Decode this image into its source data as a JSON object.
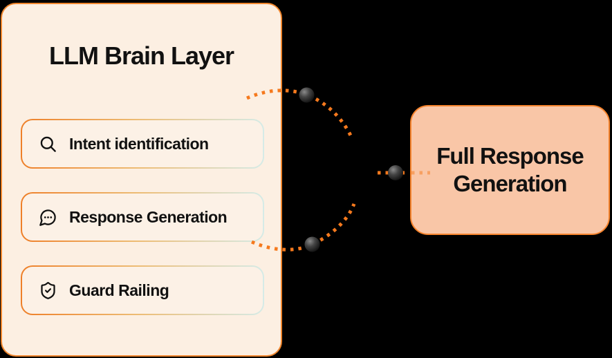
{
  "colors": {
    "background": "#000000",
    "panel_bg": "#FCEFE2",
    "panel_border": "#F0862D",
    "item_bg": "#FCF1E6",
    "item_border_start": "#EE7F28",
    "item_border_mid": "#EDBC74",
    "item_border_end": "#D5EBE7",
    "box_bg": "#F9C6A7",
    "box_border": "#F6832C",
    "connector": "#F5791D",
    "text": "#111111"
  },
  "left_panel": {
    "title": "LLM Brain Layer",
    "items": [
      {
        "label": "Intent identification",
        "icon": "search-icon"
      },
      {
        "label": "Response Generation",
        "icon": "chat-icon"
      },
      {
        "label": "Guard Railing",
        "icon": "shield-check-icon"
      }
    ]
  },
  "right_box": {
    "label": "Full Response Generation"
  },
  "connectors": [
    {
      "shape": "arc-top",
      "style": "dotted",
      "node_dot": true
    },
    {
      "shape": "line-middle",
      "style": "dotted",
      "node_dot": true
    },
    {
      "shape": "arc-bottom",
      "style": "dotted",
      "node_dot": true
    }
  ]
}
